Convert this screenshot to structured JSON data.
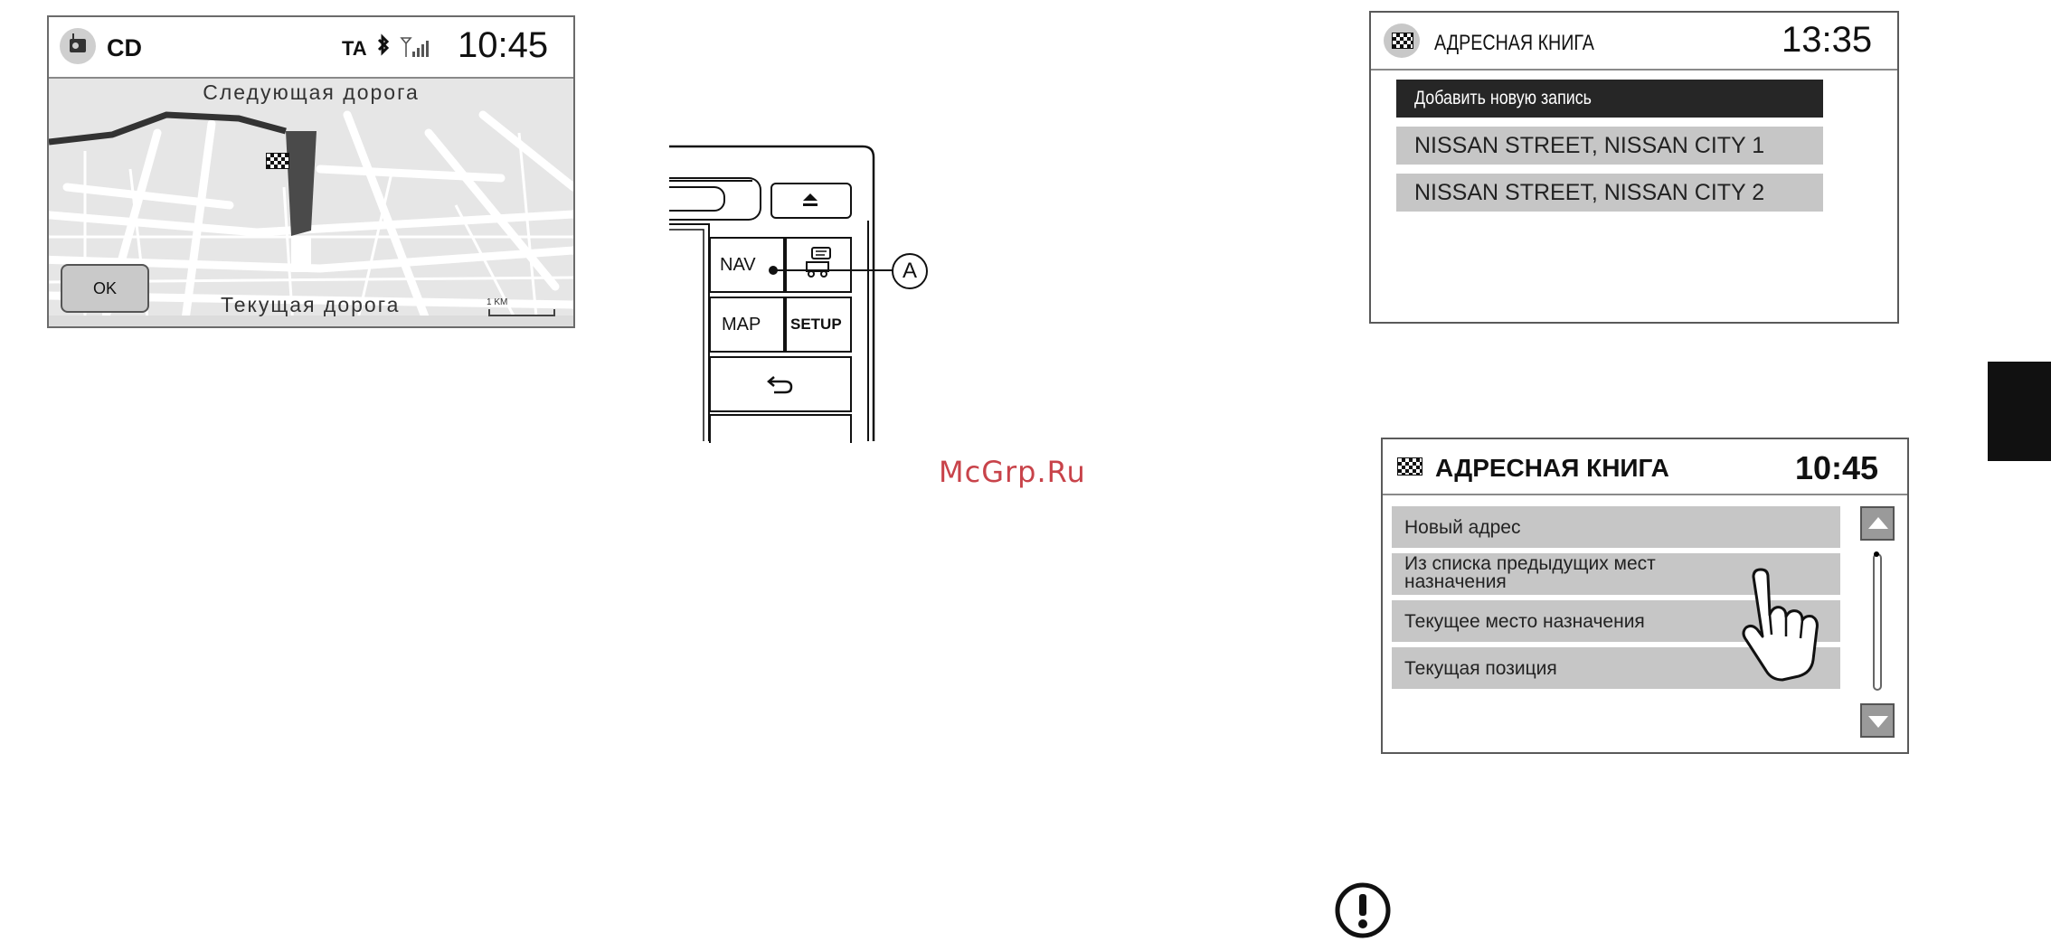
{
  "nav_screen": {
    "source": "CD",
    "status": {
      "ta": "TA",
      "bluetooth": "ʙ",
      "signal_icon": "signal-strength-icon"
    },
    "time": "10:45",
    "next_road_label": "Следующая дорога",
    "current_road_label": "Текущая дорога",
    "ok_label": "OK",
    "scale": "1 KM"
  },
  "panel": {
    "buttons": {
      "nav": "NAV",
      "map": "MAP",
      "setup": "SETUP"
    },
    "callout": "A"
  },
  "address_book_1": {
    "title": "АДРЕСНАЯ КНИГА",
    "time": "13:35",
    "rows": [
      "Добавить новую запись",
      "NISSAN STREET, NISSAN CITY 1",
      "NISSAN STREET, NISSAN CITY 2"
    ],
    "selected_index": 0
  },
  "address_book_2": {
    "title": "АДРЕСНАЯ КНИГА",
    "time": "10:45",
    "rows": [
      {
        "line1": "Новый адрес"
      },
      {
        "line1": "Из списка предыдущих мест",
        "line2": "назначения"
      },
      {
        "line1": "Текущее место назначения"
      },
      {
        "line1": "Текущая позиция"
      }
    ]
  },
  "watermark": "McGrp.Ru",
  "colors": {
    "accent_dark": "#262626",
    "row_gray": "#c6c6c6",
    "watermark": "#c8434a"
  }
}
